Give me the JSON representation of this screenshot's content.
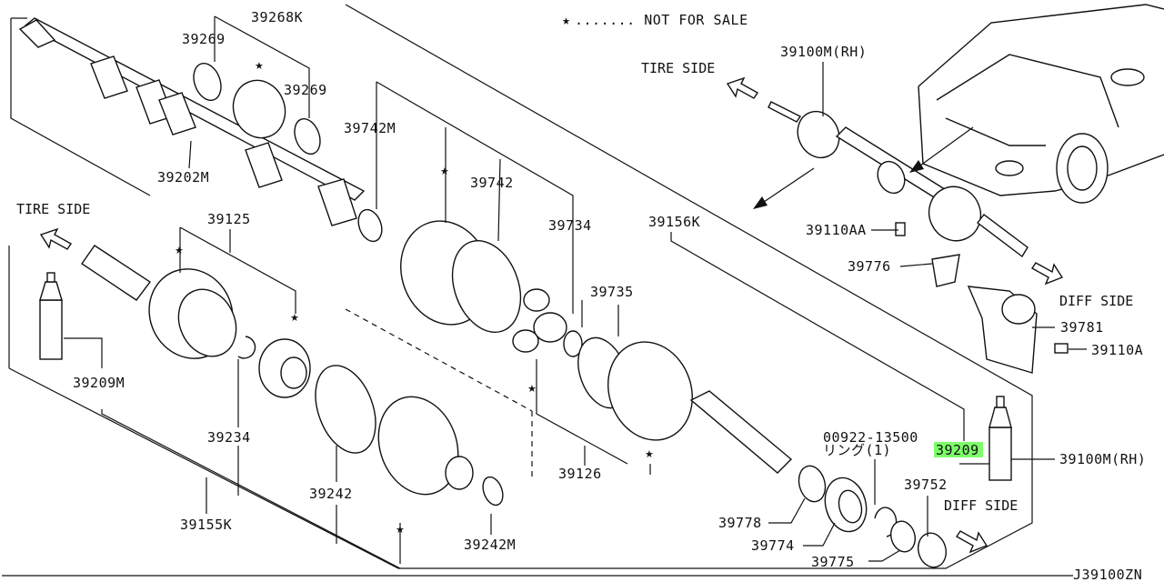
{
  "legend": {
    "symbol": "★",
    "text": "....... NOT FOR SALE"
  },
  "sides": {
    "tire_left": "TIRE SIDE",
    "tire_right": "TIRE SIDE",
    "diff_right": "DIFF SIDE",
    "diff_bottom": "DIFF SIDE"
  },
  "parts": {
    "p39268K": "39268K",
    "p39269a": "39269",
    "p39269b": "39269",
    "p39202M": "39202M",
    "p39742M": "39742M",
    "p39742": "39742",
    "p39734": "39734",
    "p39735": "39735",
    "p39156K": "39156K",
    "p39125": "39125",
    "p39209M": "39209M",
    "p39234": "39234",
    "p39155K": "39155K",
    "p39242": "39242",
    "p39242M": "39242M",
    "p39126": "39126",
    "p39778": "39778",
    "p39774": "39774",
    "p39775": "39775",
    "p00922": "00922-13500",
    "ring": "リング(1)",
    "p39209": "39209",
    "p39752": "39752",
    "p39100M_top": "39100M(RH)",
    "p39100M_right": "39100M(RH)",
    "p39110AA": "39110AA",
    "p39776": "39776",
    "p39781": "39781",
    "p39110A": "39110A"
  },
  "diagram_code": "J39100ZN",
  "highlight_color": "#7dff6a"
}
